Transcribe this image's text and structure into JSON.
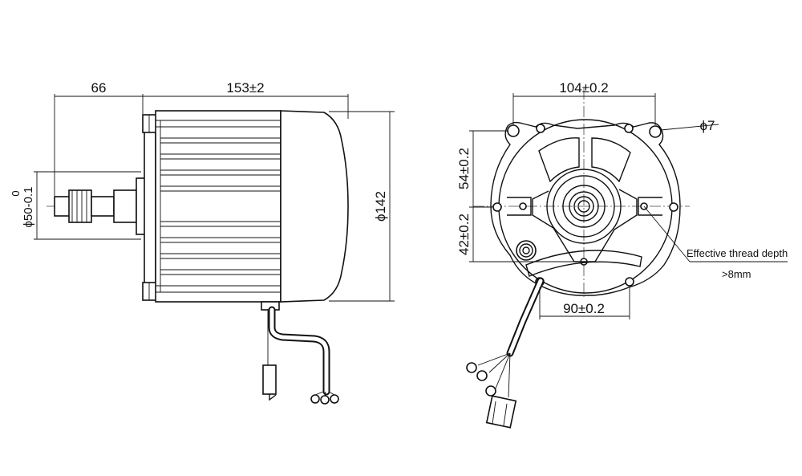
{
  "side_view": {
    "shaft_length": "66",
    "body_length": "153±2",
    "body_diameter": "ϕ142",
    "shaft_tolerance_upper": "0",
    "shaft_diameter": "ϕ50-0.1"
  },
  "front_view": {
    "hole_spacing_horizontal": "104±0.2",
    "hole_diameter": "ϕ7",
    "hole_spacing_upper": "54±0.2",
    "hole_spacing_lower": "42±0.2",
    "hole_spacing_bottom": "90±0.2",
    "thread_note_line1": "Effective thread depth",
    "thread_note_line2": ">8mm"
  }
}
